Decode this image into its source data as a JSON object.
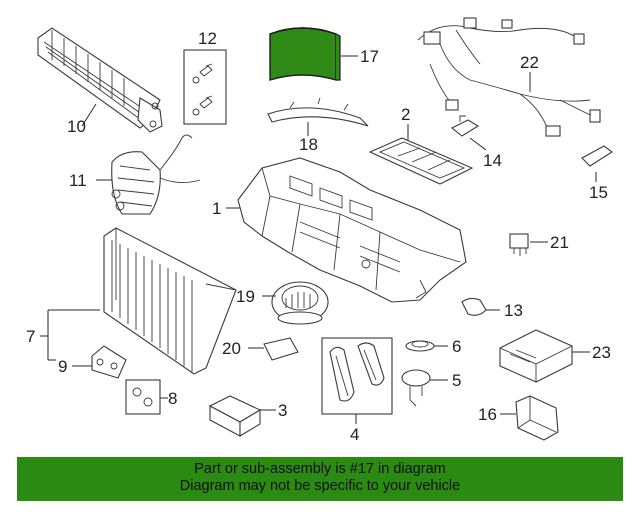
{
  "diagram": {
    "callouts": [
      "1",
      "2",
      "3",
      "4",
      "5",
      "6",
      "7",
      "8",
      "9",
      "10",
      "11",
      "12",
      "13",
      "14",
      "15",
      "16",
      "17",
      "18",
      "19",
      "20",
      "21",
      "22",
      "23"
    ],
    "highlight_part": "17",
    "highlight_color": "#2f8a16"
  },
  "banner": {
    "line1": "Part or sub-assembly is #17 in diagram",
    "line2": "Diagram may not be specific to your vehicle",
    "background": "#2b8a12"
  }
}
